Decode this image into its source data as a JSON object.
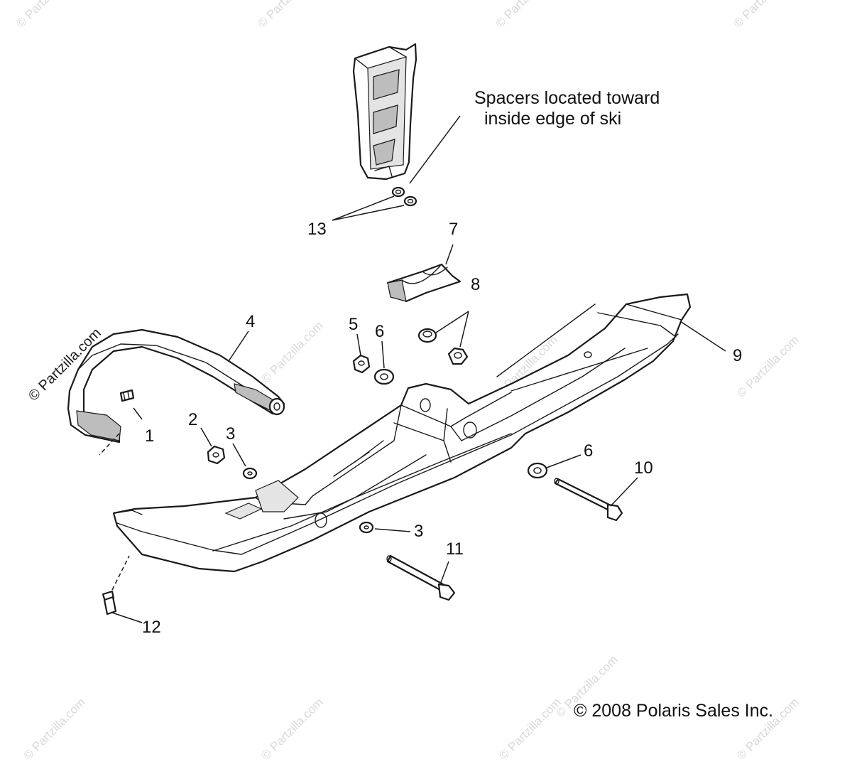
{
  "callouts": {
    "c1": "1",
    "c2": "2",
    "c3a": "3",
    "c3b": "3",
    "c4": "4",
    "c5": "5",
    "c6a": "6",
    "c6b": "6",
    "c7": "7",
    "c8": "8",
    "c9": "9",
    "c10": "10",
    "c11": "11",
    "c12": "12",
    "c13": "13"
  },
  "note": {
    "line1": "Spacers located toward",
    "line2": "inside edge of ski"
  },
  "copyright": "© 2008 Polaris Sales Inc.",
  "watermark": {
    "text": "© Partzilla.com",
    "side_text": "© Partzilla.com"
  },
  "colors": {
    "line": "#1a1a1a",
    "watermark": "#d9d9d9",
    "background": "#ffffff"
  }
}
